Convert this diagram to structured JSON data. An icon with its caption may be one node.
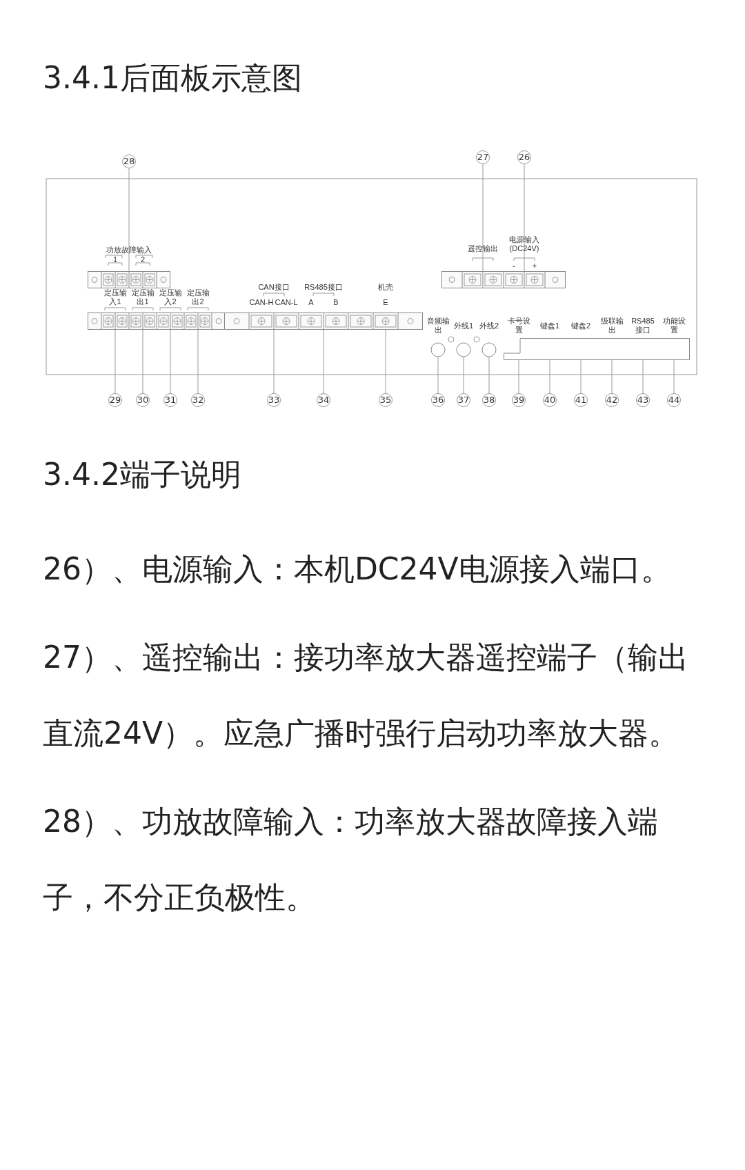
{
  "diagram": {
    "title": "3.4.1后面板示意图",
    "nodes": [
      {
        "text": [
          "28"
        ]
      },
      {
        "text": [
          "27"
        ]
      },
      {
        "text": [
          "26"
        ]
      },
      {
        "text": [],
        "shape": "box"
      },
      {
        "text": [],
        "shape": "box"
      },
      {
        "text": [],
        "shape": "box"
      },
      {
        "text": [],
        "shape": "box"
      },
      {
        "text": [],
        "shape": "circle"
      },
      {
        "text": [],
        "shape": "circle"
      },
      {
        "text": [],
        "shape": "circle"
      },
      {
        "text": [],
        "shape": "box"
      },
      {
        "text": [
          "29"
        ]
      },
      {
        "text": [
          "30"
        ]
      },
      {
        "text": [
          "31"
        ]
      },
      {
        "text": [
          "32"
        ]
      },
      {
        "text": [
          "33"
        ]
      },
      {
        "text": [
          "34"
        ]
      },
      {
        "text": [
          "35"
        ]
      },
      {
        "text": [
          "36"
        ]
      },
      {
        "text": [
          "37"
        ]
      },
      {
        "text": [
          "38"
        ]
      },
      {
        "text": [
          "39"
        ]
      },
      {
        "text": [
          "40"
        ]
      },
      {
        "text": [
          "41"
        ]
      },
      {
        "text": [
          "42"
        ]
      },
      {
        "text": [
          "43"
        ]
      },
      {
        "text": [
          "44"
        ]
      }
    ],
    "edges": [
      {
        "from": 0,
        "to": 3,
        "arrow": "none"
      },
      {
        "from": 1,
        "to": 4,
        "arrow": "none"
      },
      {
        "from": 2,
        "to": 4,
        "arrow": "none"
      },
      {
        "from": 11,
        "to": 5,
        "arrow": "none"
      },
      {
        "from": 12,
        "to": 5,
        "arrow": "none"
      },
      {
        "from": 13,
        "to": 5,
        "arrow": "none"
      },
      {
        "from": 14,
        "to": 5,
        "arrow": "none"
      },
      {
        "from": 15,
        "to": 6,
        "arrow": "none"
      },
      {
        "from": 16,
        "to": 6,
        "arrow": "none"
      },
      {
        "from": 17,
        "to": 6,
        "arrow": "none"
      },
      {
        "from": 18,
        "to": 7,
        "arrow": "none"
      },
      {
        "from": 19,
        "to": 8,
        "arrow": "none"
      },
      {
        "from": 20,
        "to": 9,
        "arrow": "none"
      },
      {
        "from": 21,
        "to": 10,
        "arrow": "none"
      },
      {
        "from": 22,
        "to": 10,
        "arrow": "none"
      },
      {
        "from": 23,
        "to": 10,
        "arrow": "none"
      },
      {
        "from": 24,
        "to": 10,
        "arrow": "none"
      },
      {
        "from": 25,
        "to": 10,
        "arrow": "none"
      },
      {
        "from": 26,
        "to": 10,
        "arrow": "none"
      }
    ],
    "labels": [
      "功放故障输入",
      "1",
      "2",
      "遥控输出",
      "电源输入(DC24V)",
      "-",
      "+",
      "定压输入1",
      "定压输出1",
      "定压输入2",
      "定压输出2",
      "CAN接口",
      "RS485接口",
      "机壳",
      "CAN-H",
      "CAN-L",
      "A",
      "B",
      "E",
      "音频输出",
      "外线1",
      "外线2",
      "卡号设置",
      "键盘1",
      "键盘2",
      "级联输出",
      "RS485接口",
      "功能设置",
      "3.4.2端子说明",
      "26）、电源输入：本机DC24V电源接入端口。",
      "27）、遥控输出：接功率放大器遥控端子（输出直流24V）。应急广播时强行启动功率放大器。",
      "28）、功放故障输入：功率放大器故障接入端子，不分正负极性。"
    ]
  }
}
